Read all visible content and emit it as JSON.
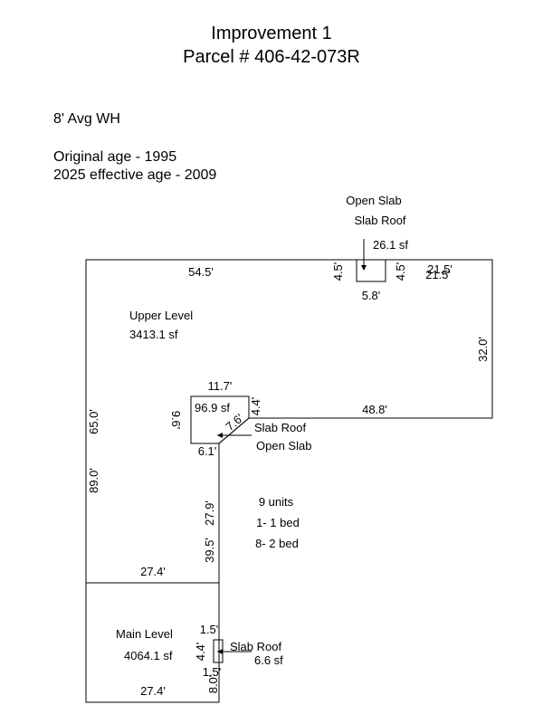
{
  "header": {
    "title": "Improvement 1",
    "parcel": "Parcel # 406-42-073R"
  },
  "notes": {
    "wall_height": "8' Avg WH",
    "original_age": "Original age - 1995",
    "effective_age": "2025 effective age - 2009"
  },
  "sketch": {
    "upper_level": {
      "name": "Upper Level",
      "area": "3413.1 sf"
    },
    "main_level": {
      "name": "Main Level",
      "area": "4064.1 sf"
    },
    "units": {
      "count": "9 units",
      "one_bed": "1- 1 bed",
      "two_bed": "8- 2 bed"
    },
    "top_slab": {
      "line1": "Open Slab",
      "line2": "Slab Roof",
      "area": "26.1 sf",
      "dim_left": "4.5'",
      "dim_right": "4.5'",
      "dim_bottom": "5.8'"
    },
    "mid_slab": {
      "area": "96.9 sf",
      "line1": "Slab Roof",
      "line2": "Open Slab",
      "dim_top": "11.7'",
      "dim_left": "9.6'",
      "dim_right": "4.4'",
      "dim_diag": "7.6'",
      "dim_bottom": "6.1'"
    },
    "low_slab": {
      "name": "Slab Roof",
      "area": "6.6 sf",
      "dim_top": "1.5'",
      "dim_left": "4.4'",
      "dim_bottom": "1.5'"
    },
    "dims": {
      "top": "54.5'",
      "top_right": "21.5'",
      "right": "32.0'",
      "middle_horizontal": "48.8'",
      "left_upper": "65.0'",
      "left_total": "89.0'",
      "inner_upper": "27.9'",
      "inner_lower": "39.5'",
      "divider": "27.4'",
      "bottom": "27.4'",
      "bottom_right": "8.0'"
    }
  }
}
